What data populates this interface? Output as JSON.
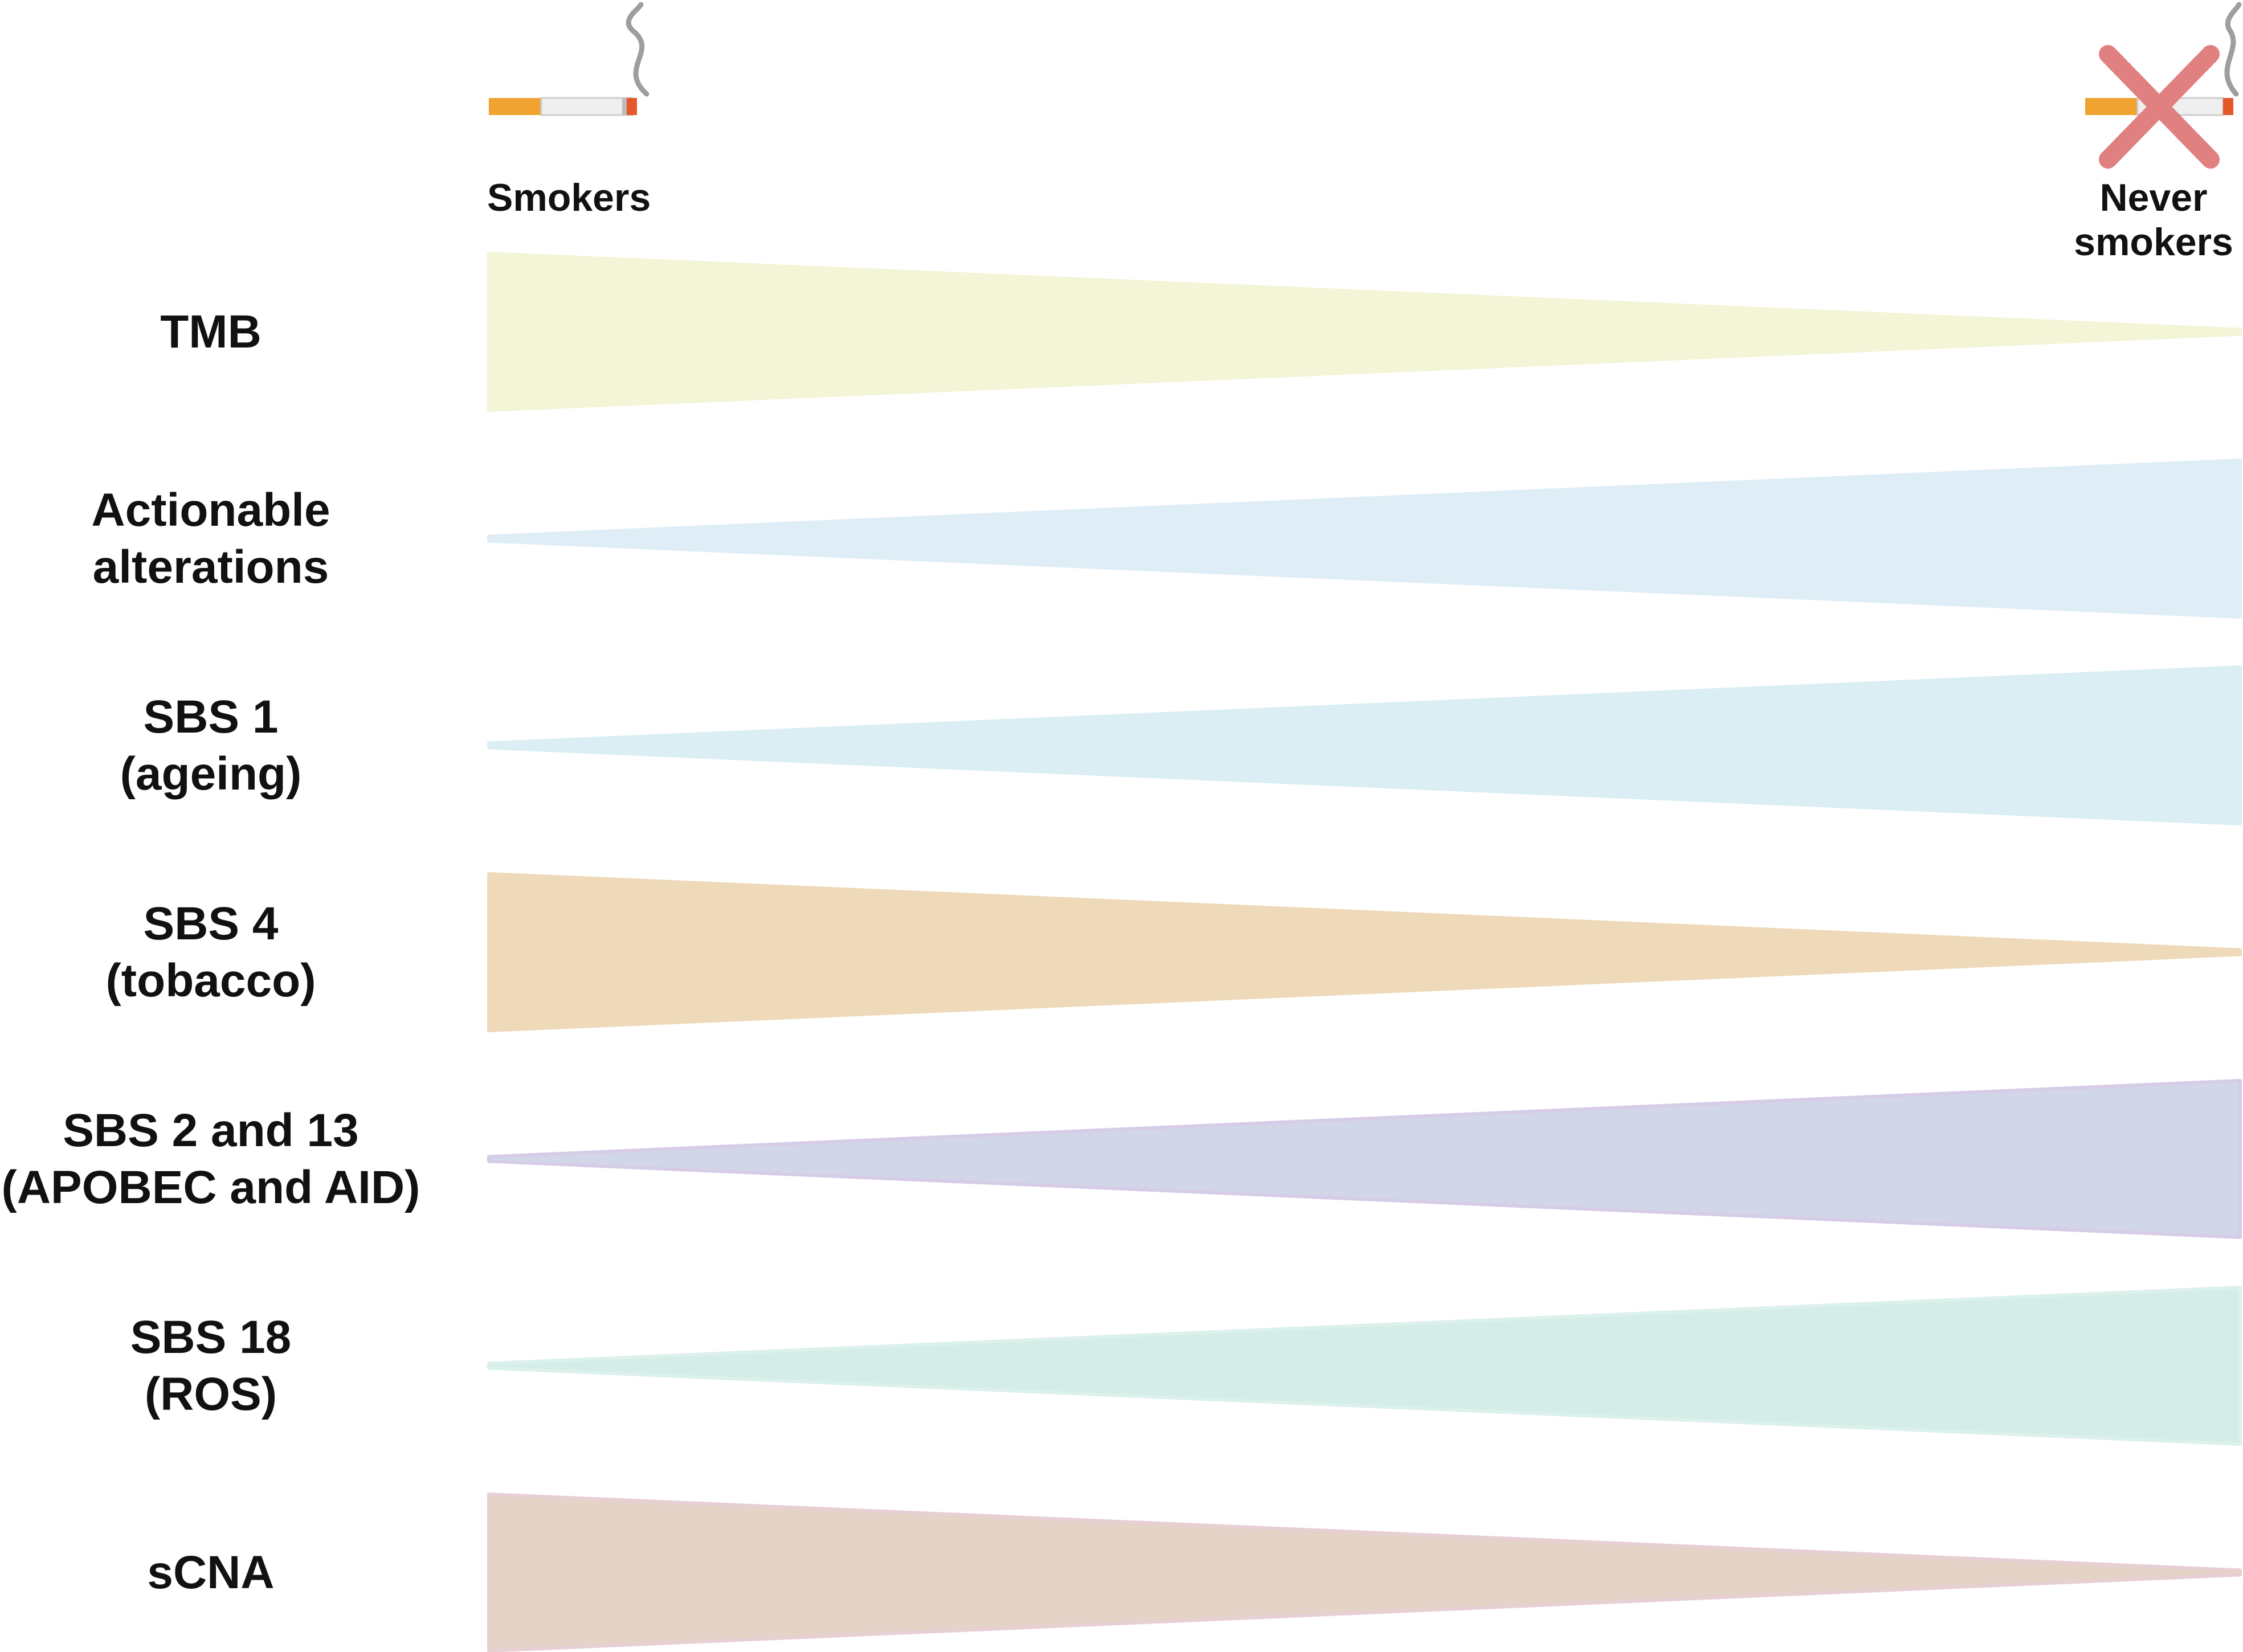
{
  "header": {
    "smokers_label": "Smokers",
    "never_smokers_label": [
      "Never",
      "smokers"
    ],
    "smokers_icon": "cigarette-icon",
    "never_smokers_icon": "crossed-cigarette-icon"
  },
  "rows": [
    {
      "label": [
        "TMB"
      ],
      "direction": "decreasing",
      "fill": "#f4f4d6",
      "stroke": "#f4f4d6"
    },
    {
      "label": [
        "Actionable",
        "alterations"
      ],
      "direction": "increasing",
      "fill": "#dfedf7",
      "stroke": "#dfedf7"
    },
    {
      "label": [
        "SBS 1",
        "(ageing)"
      ],
      "direction": "increasing",
      "fill": "#daeef4",
      "stroke": "#daeef4"
    },
    {
      "label": [
        "SBS 4",
        "(tobacco)"
      ],
      "direction": "decreasing",
      "fill": "#eed9b9",
      "stroke": "#eed9b9"
    },
    {
      "label": [
        "SBS 2 and 13",
        "(APOBEC and AID)"
      ],
      "direction": "increasing",
      "fill": "#d2d6e9",
      "stroke": "#d6cce8"
    },
    {
      "label": [
        "SBS 18",
        "(ROS)"
      ],
      "direction": "increasing",
      "fill": "#d5ede8",
      "stroke": "#dcf1ec"
    },
    {
      "label": [
        "sCNA"
      ],
      "direction": "decreasing",
      "fill": "#e5d3c8",
      "stroke": "#e8cfd4"
    }
  ]
}
